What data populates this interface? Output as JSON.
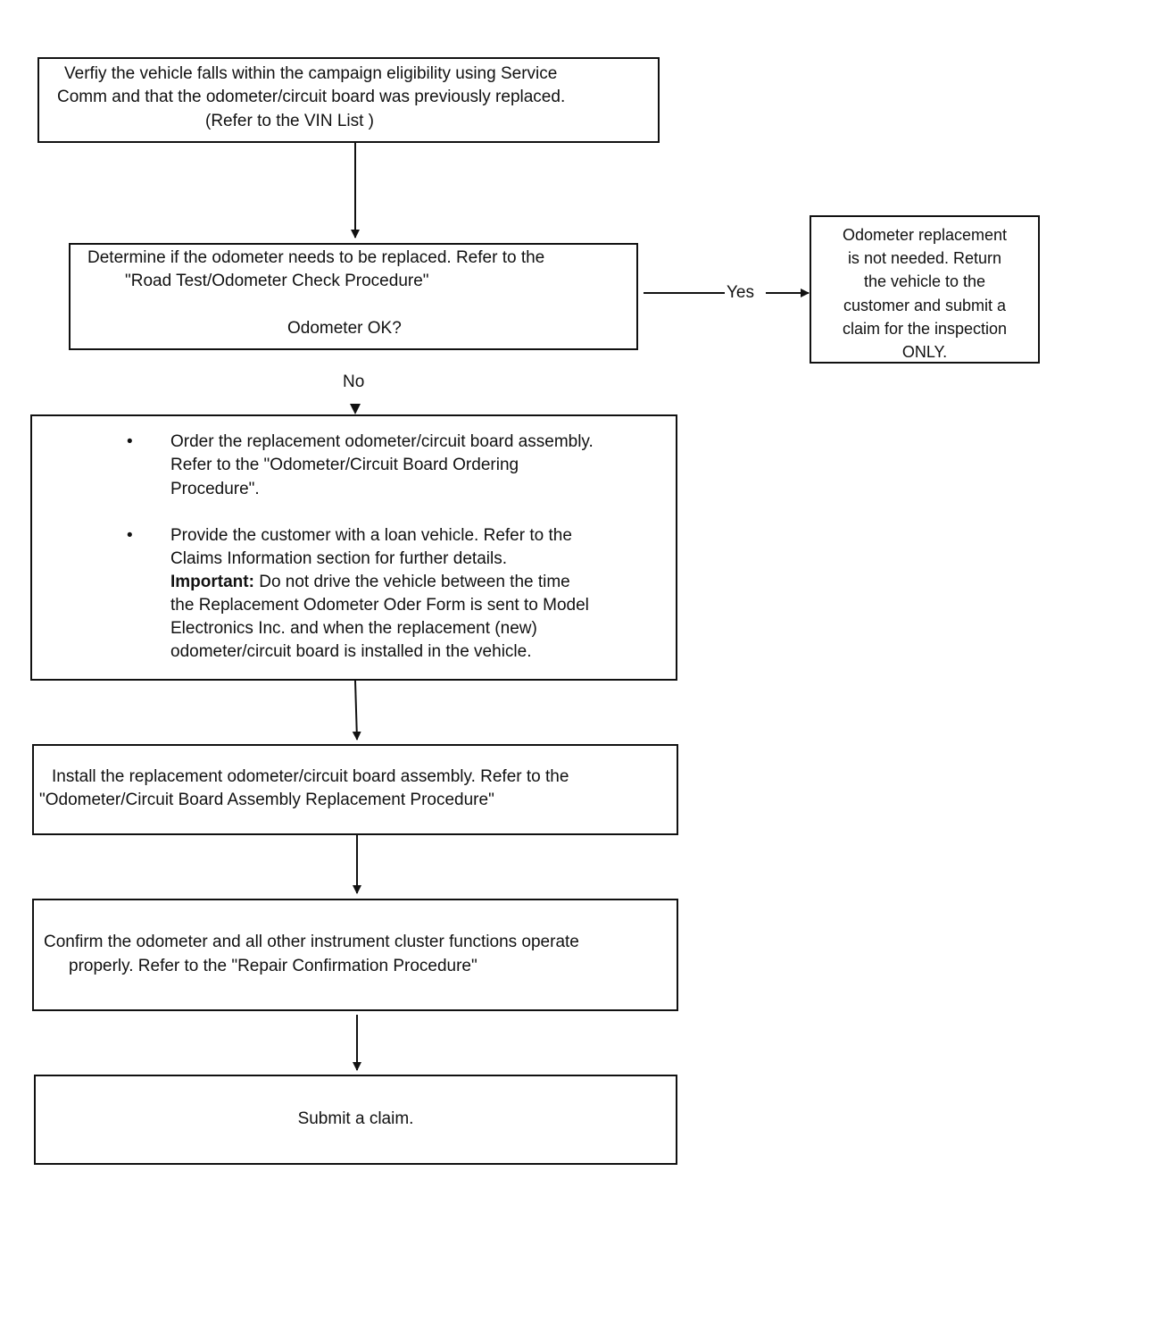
{
  "steps": {
    "verify": {
      "lines": [
        "Verfiy the vehicle falls within the campaign eligibility using Service",
        "Comm and that the odometer/circuit board was previously replaced.",
        "(Refer to the VIN List )"
      ]
    },
    "determine": {
      "lines": [
        "Determine if the odometer needs to be replaced. Refer to the",
        "\"Road Test/Odometer Check Procedure\""
      ],
      "question": "Odometer OK?"
    },
    "not_needed": {
      "lines": [
        "Odometer replacement",
        "is not needed. Return",
        "the vehicle to the",
        "customer and submit a",
        "claim for the inspection",
        "ONLY."
      ]
    },
    "order": {
      "bullet": "•",
      "bullet1_lines": [
        "Order the replacement odometer/circuit board assembly.",
        "Refer to the \"Odometer/Circuit Board Ordering",
        "Procedure\"."
      ],
      "bullet2_lines": [
        "Provide the customer with a loan vehicle. Refer to the",
        "Claims Information section for further details."
      ],
      "important_label": "Important:",
      "important_lines": [
        " Do not drive the vehicle between the time",
        "the Replacement Odometer Oder Form is sent to Model",
        "Electronics Inc. and when the replacement (new)",
        "odometer/circuit board is installed in the vehicle."
      ]
    },
    "install": {
      "lines": [
        "Install the replacement odometer/circuit board assembly. Refer to the",
        "\"Odometer/Circuit Board Assembly Replacement Procedure\""
      ]
    },
    "confirm": {
      "lines": [
        "Confirm the odometer and all other instrument cluster functions operate",
        "properly. Refer to the \"Repair Confirmation Procedure\""
      ]
    },
    "submit": {
      "text": "Submit a claim."
    }
  },
  "edges": {
    "yes_label": "Yes",
    "no_label": "No"
  }
}
